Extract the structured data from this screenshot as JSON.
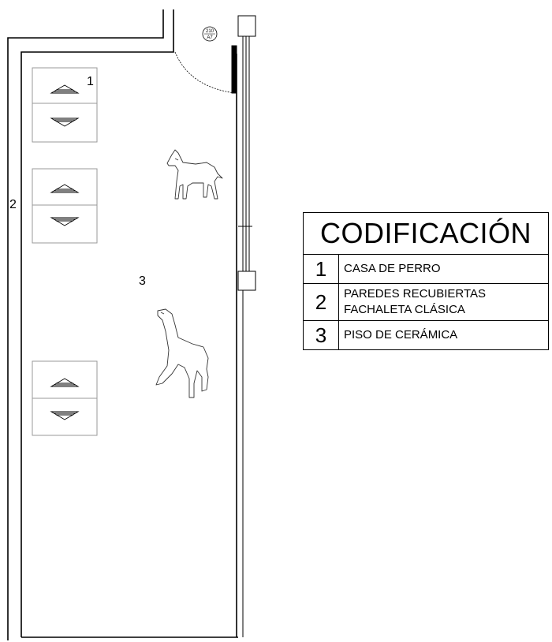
{
  "plan": {
    "door_tag_top": "210",
    "door_tag_bottom": "A7",
    "labels": {
      "doghouse": "1",
      "walls": "2",
      "floor": "3"
    }
  },
  "legend": {
    "title": "CODIFICACIÓN",
    "items": [
      {
        "num": "1",
        "lines": [
          "CASA DE PERRO"
        ]
      },
      {
        "num": "2",
        "lines": [
          "PAREDES RECUBIERTAS",
          "FACHALETA CLÁSICA"
        ]
      },
      {
        "num": "3",
        "lines": [
          "PISO DE CERÁMICA"
        ]
      }
    ]
  },
  "colors": {
    "line": "#000000",
    "background": "#ffffff"
  }
}
